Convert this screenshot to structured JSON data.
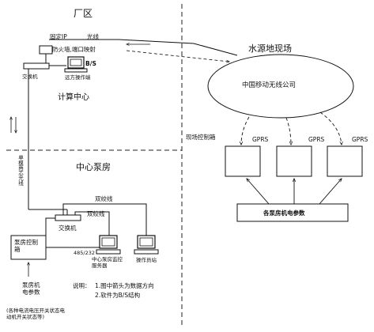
{
  "factory_area": "厂区",
  "fixed_ip": "固定IP",
  "fiber": "光线",
  "firewall": "防火墙,端口映射",
  "switch_top": "交换机",
  "remote_terminal": "远方操作端",
  "bs_label": "B/S",
  "computing_center": "计算中心",
  "central_pump_room": "中心泵房",
  "single_mode_fiber": "单模两芯光线",
  "water_source_site": "水源地现场",
  "china_mobile": "中国移动无线公司",
  "site_control_box": "现场控制箱",
  "gprs_labels": [
    "GPRS",
    "GPRS",
    "GPRS"
  ],
  "pump_elec_params_box": "各泵房机电参数",
  "twisted_pair_top": "双绞线",
  "twisted_pair_mid": "双绞线",
  "switch_bottom": "交换机",
  "pump_control_box": "泵房控制箱",
  "rs485": "485/232",
  "pump_monitor_server": "中心泵房监控服务器",
  "operator": "操作员站",
  "pump_elec_params_vertical": "泵房机电参数",
  "note_bottom": "(各种电流电压开关状态电动机开关状态等)",
  "note_title": "说明：",
  "note_lines": [
    "1.图中箭头为数据方向",
    "2.软件为B/S结构"
  ]
}
